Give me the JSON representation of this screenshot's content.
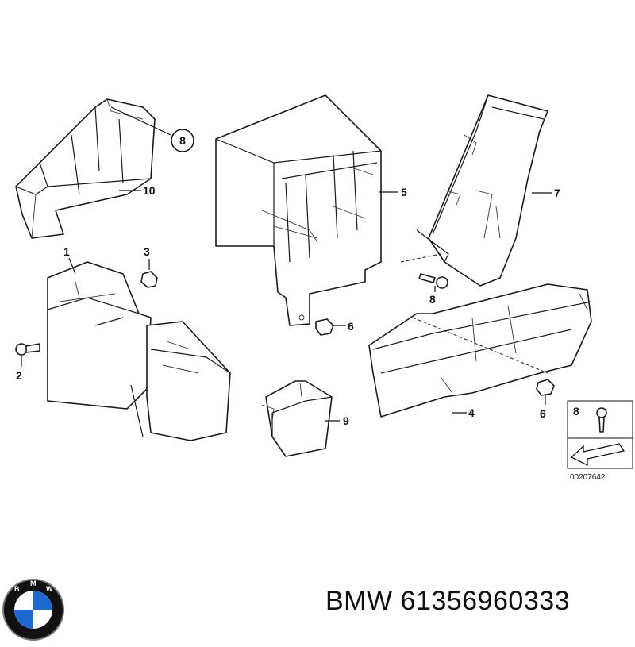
{
  "callouts": {
    "c1": "1",
    "c2": "2",
    "c3": "3",
    "c4": "4",
    "c5": "5",
    "c6a": "6",
    "c6b": "6",
    "c7": "7",
    "c8a": "8",
    "c8b": "8",
    "c8c": "8",
    "c9": "9",
    "c10": "10"
  },
  "catalog_code": "00207642",
  "logo": {
    "letters": "BMW",
    "colors": {
      "ring": "#111111",
      "blue": "#1c69d4",
      "white": "#ffffff"
    }
  },
  "caption": {
    "brand": "BMW",
    "part_number": "61356960333"
  }
}
